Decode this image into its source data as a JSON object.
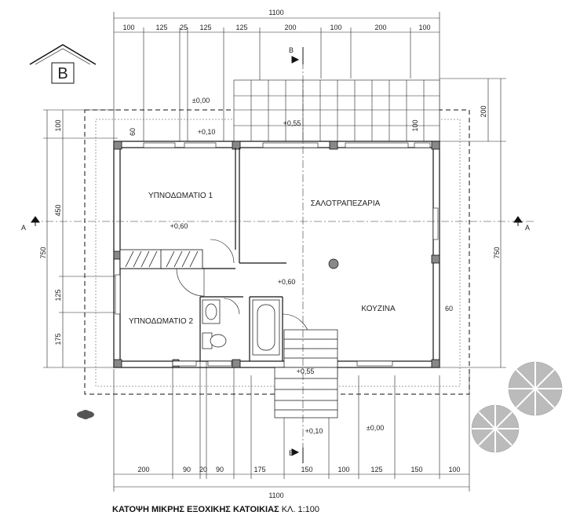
{
  "caption": {
    "title": "ΚΑΤΟΨΗ ΜΙΚΡΗΣ ΕΞΟΧΙΚΗΣ ΚΑΤΟΙΚΙΑΣ",
    "scale": "ΚΛ. 1:100"
  },
  "compass_label": "B",
  "rooms": {
    "bedroom1": "ΥΠΝΟΔΩΜΑΤΙΟ 1",
    "bedroom2": "ΥΠΝΟΔΩΜΑΤΙΟ 2",
    "living": "ΣΑΛΟΤΡΑΠΕΖΑΡΙΑ",
    "kitchen": "ΚΟΥΖΙΝΑ"
  },
  "levels": {
    "ground_top": "±0,00",
    "ground_bottom": "±0,00",
    "terrace": "+0,55",
    "entrance_step": "+0,10",
    "top_step": "+0,10",
    "bedroom1": "+0,60",
    "hall": "+0,60",
    "stair_landing": "+0,55"
  },
  "section_labels": {
    "a_left": "A",
    "a_right": "A",
    "b_top": "B",
    "b_bottom": "B"
  },
  "dims": {
    "top_total": "1100",
    "top": [
      "100",
      "125",
      "25",
      "125",
      "125",
      "200",
      "100",
      "200",
      "100"
    ],
    "bottom_total": "1100",
    "bottom": [
      "200",
      "90",
      "20",
      "90",
      "175",
      "150",
      "100",
      "125",
      "150",
      "100"
    ],
    "left_total": "750",
    "left": [
      "100",
      "60",
      "450",
      "125",
      "175"
    ],
    "right_total": "750",
    "right_top": "200",
    "terrace_100": "100",
    "kitchen_60": "60"
  }
}
